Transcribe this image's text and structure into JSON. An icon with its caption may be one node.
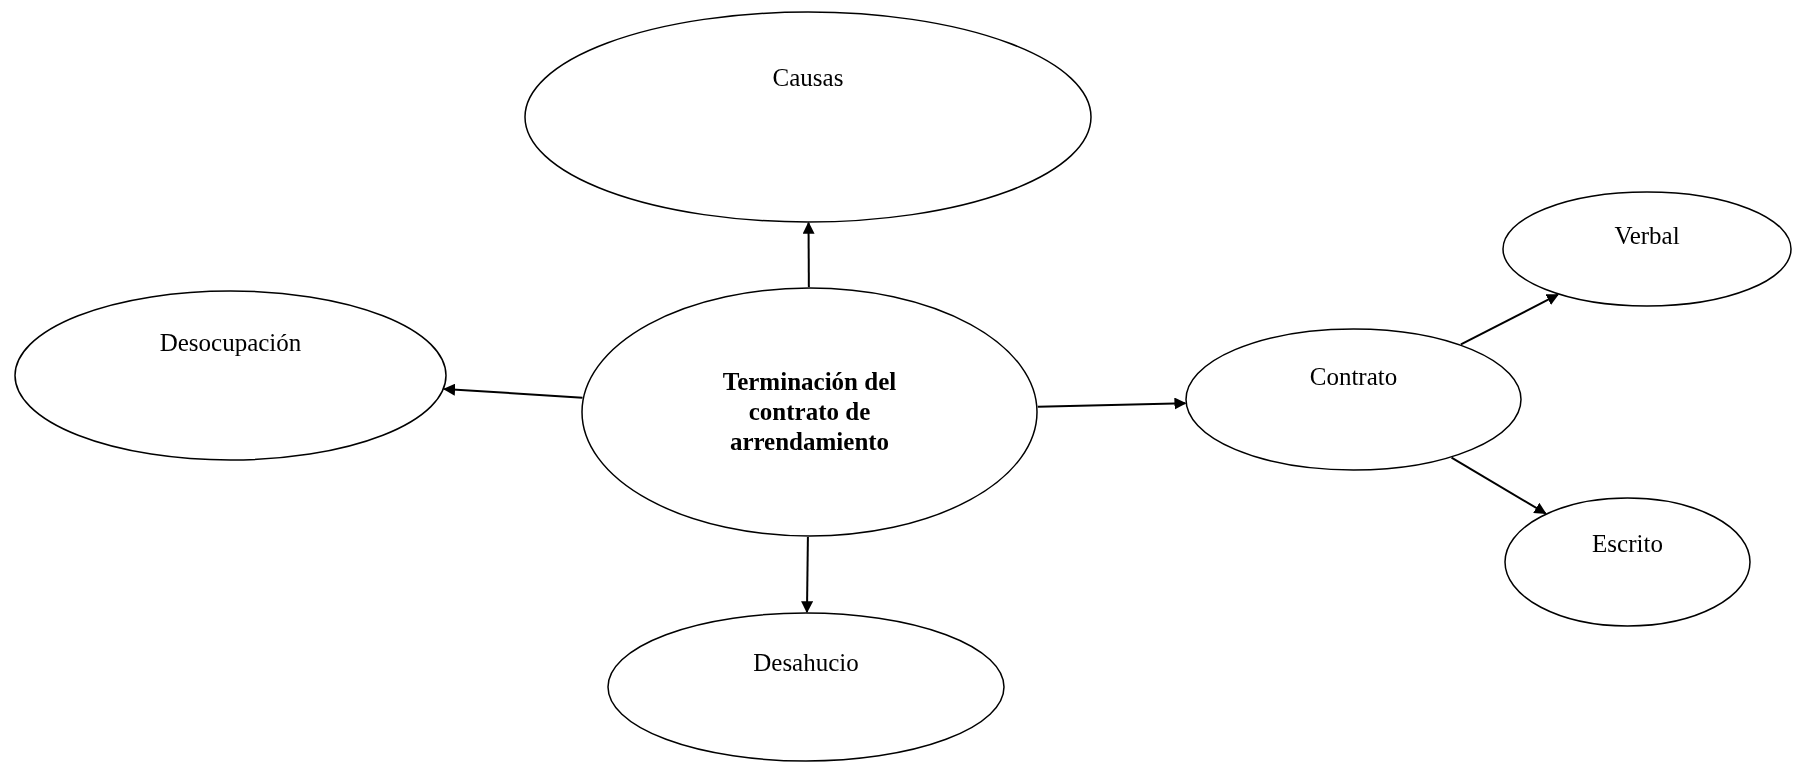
{
  "diagram": {
    "nodes": [
      {
        "text": [
          "Causas"
        ]
      },
      {
        "text": [
          "Desocupación"
        ]
      },
      {
        "text": [
          "Terminación del contrato de arrendamiento"
        ]
      },
      {
        "text": [
          "Contrato"
        ]
      },
      {
        "text": [
          "Verbal"
        ]
      },
      {
        "text": [
          "Escrito"
        ]
      },
      {
        "text": [
          "Desahucio"
        ]
      }
    ],
    "edges": [
      {
        "from": 2,
        "to": 0,
        "arrow": "to"
      },
      {
        "from": 2,
        "to": 1,
        "arrow": "to"
      },
      {
        "from": 2,
        "to": 3,
        "arrow": "to"
      },
      {
        "from": 2,
        "to": 6,
        "arrow": "to"
      },
      {
        "from": 3,
        "to": 4,
        "arrow": "to"
      },
      {
        "from": 3,
        "to": 5,
        "arrow": "to"
      }
    ]
  }
}
